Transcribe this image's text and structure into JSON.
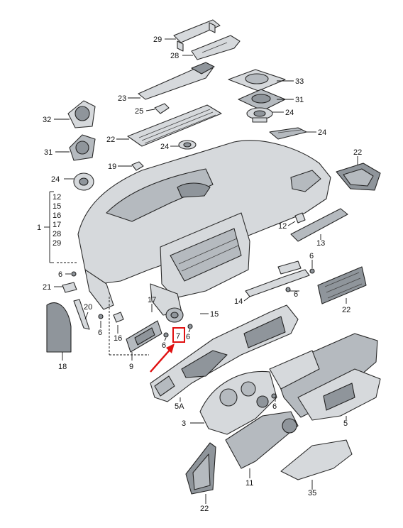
{
  "callouts": {
    "c29": "29",
    "c28": "28",
    "c33": "33",
    "c23": "23",
    "c31a": "31",
    "c25": "25",
    "c24a": "24",
    "c32": "32",
    "c24b": "24",
    "c22a": "22",
    "c24c": "24",
    "c22b": "22",
    "c31b": "31",
    "c19": "19",
    "c24d": "24",
    "c12a": "12",
    "c15a": "15",
    "c16a": "16",
    "c17a": "17",
    "c28b": "28",
    "c29b": "29",
    "c1": "1",
    "c12b": "12",
    "c13": "13",
    "c6a": "6",
    "c21": "21",
    "c6b": "6",
    "c22c": "22",
    "c14": "14",
    "c20": "20",
    "c17b": "17",
    "c15b": "15",
    "c6c": "6",
    "c16b": "16",
    "c6d": "6",
    "c7": "7",
    "c6e": "6",
    "c9": "9",
    "c18": "18",
    "c5A": "5A",
    "c6f": "6",
    "c3": "3",
    "c5": "5",
    "c11": "11",
    "c22d": "22",
    "c35": "35"
  },
  "highlight": {
    "label": "7",
    "color": "#e01010"
  }
}
